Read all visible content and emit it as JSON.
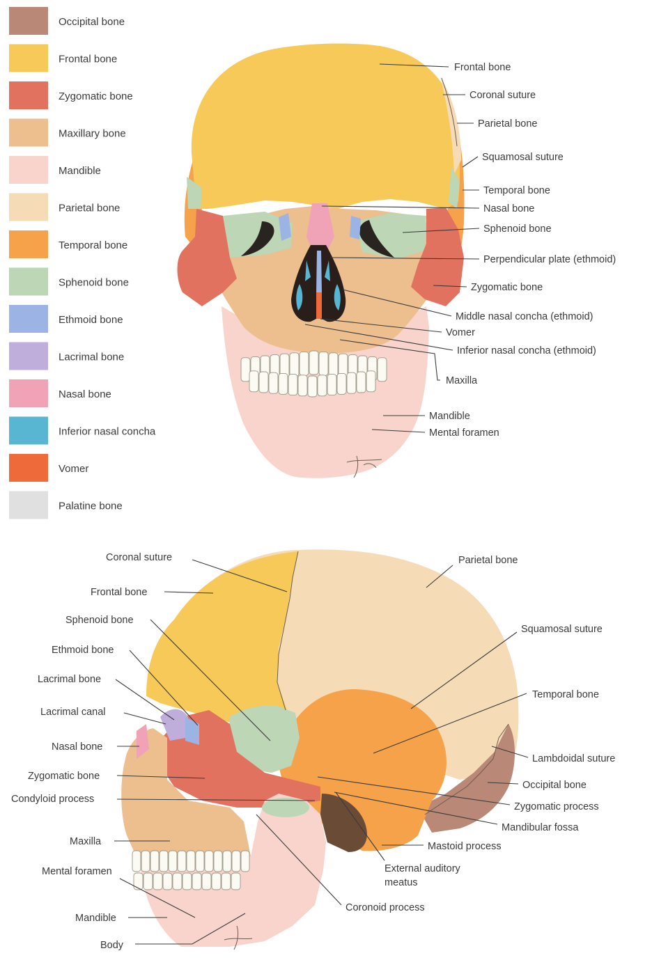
{
  "legend": [
    {
      "label": "Occipital bone",
      "color": "#b98876"
    },
    {
      "label": "Frontal bone",
      "color": "#f6c958"
    },
    {
      "label": "Zygomatic bone",
      "color": "#e0725f"
    },
    {
      "label": "Maxillary bone",
      "color": "#edbe8e"
    },
    {
      "label": "Mandible",
      "color": "#f8d4cc"
    },
    {
      "label": "Parietal bone",
      "color": "#f6dcb6"
    },
    {
      "label": "Temporal bone",
      "color": "#f6a24a"
    },
    {
      "label": "Sphenoid bone",
      "color": "#bcd6b6"
    },
    {
      "label": "Ethmoid bone",
      "color": "#9cb4e4"
    },
    {
      "label": "Lacrimal bone",
      "color": "#bfaedb"
    },
    {
      "label": "Nasal bone",
      "color": "#f0a3b7"
    },
    {
      "label": "Inferior nasal concha",
      "color": "#58b6d2"
    },
    {
      "label": "Vomer",
      "color": "#ee6a3a"
    },
    {
      "label": "Palatine bone",
      "color": "#e0e0e0"
    }
  ],
  "front_labels": [
    "Frontal bone",
    "Coronal suture",
    "Parietal bone",
    "Squamosal suture",
    "Temporal bone",
    "Nasal bone",
    "Sphenoid bone",
    "Perpendicular plate (ethmoid)",
    "Zygomatic bone",
    "Middle nasal concha (ethmoid)",
    "Vomer",
    "Inferior nasal concha (ethmoid)",
    "Maxilla",
    "Mandible",
    "Mental foramen"
  ],
  "lateral_labels": [
    "Coronal suture",
    "Parietal bone",
    "Frontal bone",
    "Sphenoid bone",
    "Squamosal suture",
    "Ethmoid bone",
    "Temporal bone",
    "Lacrimal bone",
    "Lacrimal canal",
    "Lambdoidal suture",
    "Nasal bone",
    "Occipital bone",
    "Zygomatic bone",
    "Zygomatic process",
    "Condyloid process",
    "Mandibular fossa",
    "Maxilla",
    "Mastoid process",
    "External auditory",
    "meatus",
    "Mental foramen",
    "Coronoid process",
    "Mandible",
    "Body"
  ]
}
